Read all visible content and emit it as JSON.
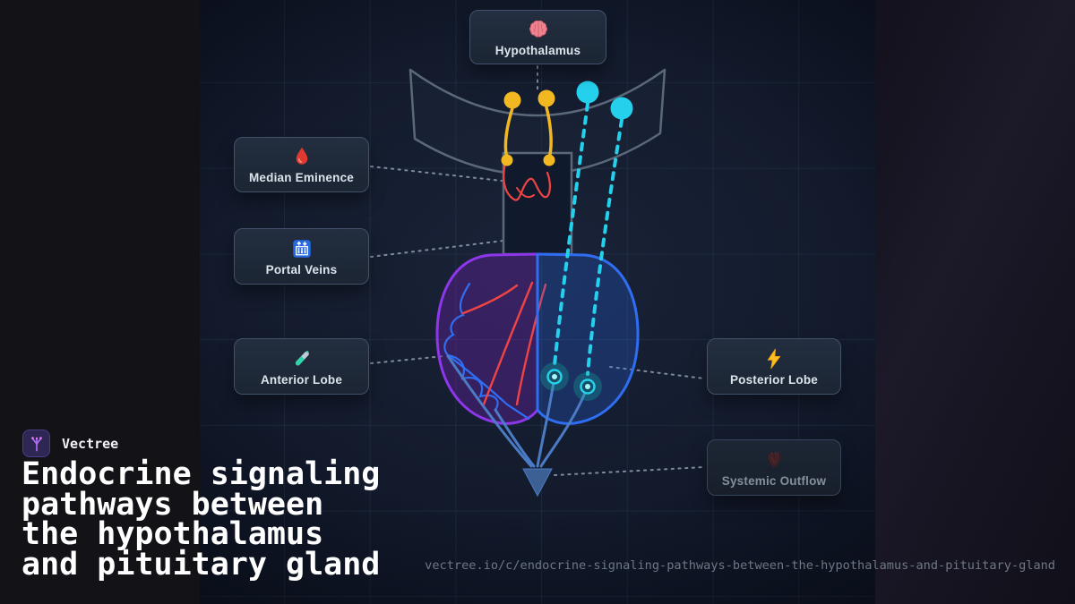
{
  "brand": {
    "name": "Vectree",
    "logo_icon": "vectree-logo-icon"
  },
  "title": {
    "lines": [
      "Endocrine signaling",
      "pathways between",
      "the hypothalamus",
      "and pituitary gland"
    ]
  },
  "url": "vectree.io/c/endocrine-signaling-pathways-between-the-hypothalamus-and-pituitary-gland",
  "nodes": {
    "hypothalamus": {
      "label": "Hypothalamus",
      "icon": "brain-icon"
    },
    "median_eminence": {
      "label": "Median Eminence",
      "icon": "blood-drop-icon"
    },
    "portal_veins": {
      "label": "Portal Veins",
      "icon": "portal-veins-icon"
    },
    "anterior_lobe": {
      "label": "Anterior Lobe",
      "icon": "test-tube-icon"
    },
    "posterior_lobe": {
      "label": "Posterior Lobe",
      "icon": "lightning-icon"
    },
    "systemic_outflow": {
      "label": "Systemic Outflow",
      "icon": "anatomical-heart-icon",
      "dimmed": true
    }
  },
  "colors": {
    "accent_purple": "#8d36ea",
    "accent_blue": "#2f6ef2",
    "cyan": "#25d0ec",
    "yellow": "#f2b822",
    "red": "#ef4444",
    "steel_blue": "#4b7bc4",
    "anatomy_outline": "#5b6879",
    "connector_gray": "#9aa8ba",
    "brand_purple": "#b06cf5"
  }
}
